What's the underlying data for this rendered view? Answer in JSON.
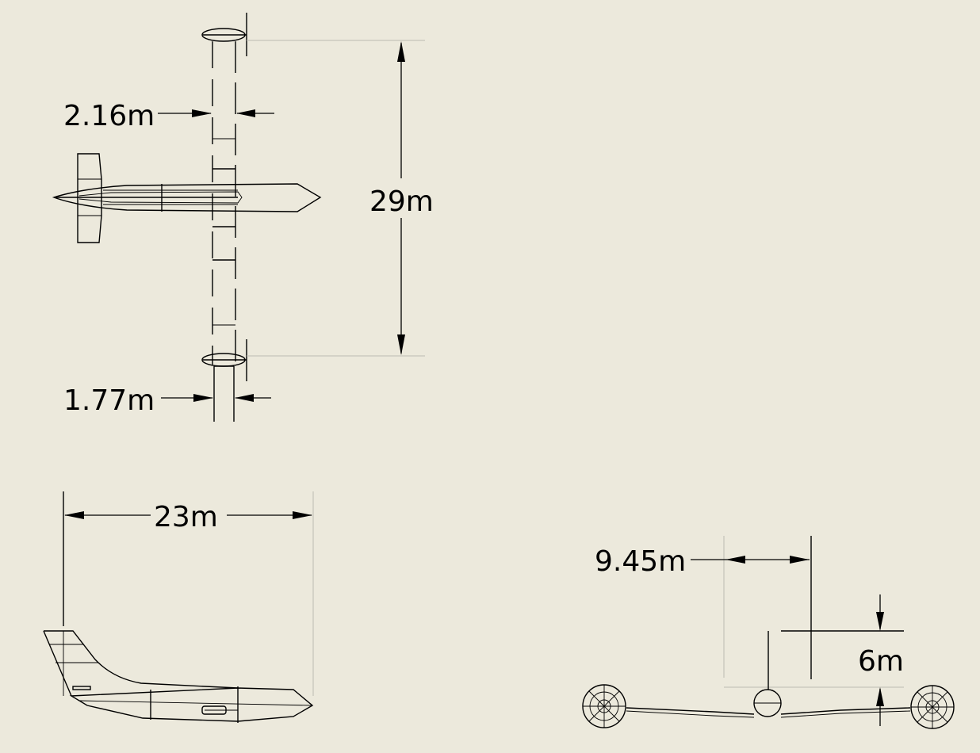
{
  "dimensions": {
    "wingspan": "29m",
    "root_chord": "2.16m",
    "tip_chord": "1.77m",
    "fuselage_length": "23m",
    "prop_spacing": "9.45m",
    "height": "6m"
  }
}
